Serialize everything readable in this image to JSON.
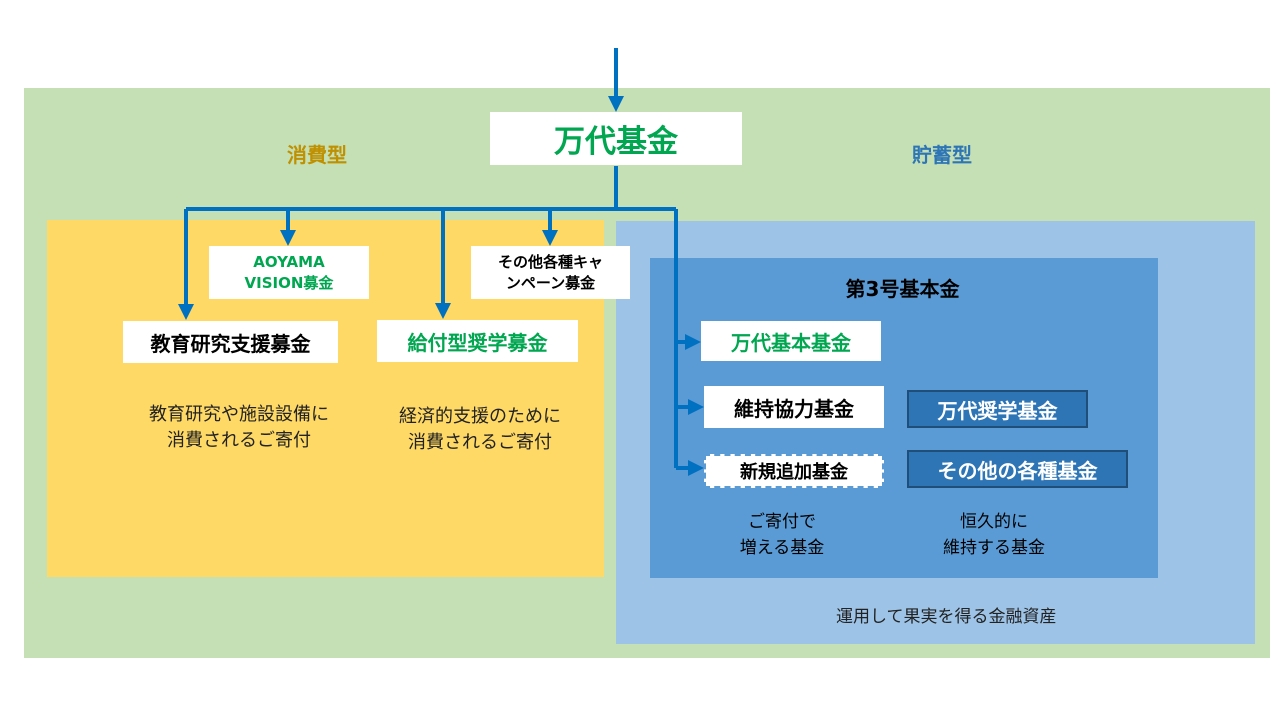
{
  "sections": {
    "consume": "消費型",
    "save": "貯蓄型"
  },
  "main_fund": "万代基金",
  "consume_side": {
    "aoyama_line1": "AOYAMA",
    "aoyama_line2": "VISION募金",
    "campaign_line1": "その他各種キャ",
    "campaign_line2": "ンペーン募金",
    "edu": "教育研究支援募金",
    "scholar": "給付型奨学募金",
    "edu_desc_line1": "教育研究や施設設備に",
    "edu_desc_line2": "消費されるご寄付",
    "scholar_desc_line1": "経済的支援のために",
    "scholar_desc_line2": "消費されるご寄付"
  },
  "save_side": {
    "basic3": "第3号基本金",
    "bandai_basic": "万代基本基金",
    "iji": "維持協力基金",
    "new_fund": "新規追加基金",
    "bandai_scholar": "万代奨学基金",
    "other_funds": "その他の各種基金",
    "increase_line1": "ご寄付で",
    "increase_line2": "増える基金",
    "maintain_line1": "恒久的に",
    "maintain_line2": "維持する基金",
    "asset_label": "運用して果実を得る金融資産"
  },
  "colors": {
    "green_background": "#c5e0b4",
    "yellow_background": "#ffd966",
    "light_blue_background": "#9dc3e6",
    "mid_blue_background": "#5b9bd5",
    "arrow": "#0070c0",
    "green_text": "#00a650"
  }
}
